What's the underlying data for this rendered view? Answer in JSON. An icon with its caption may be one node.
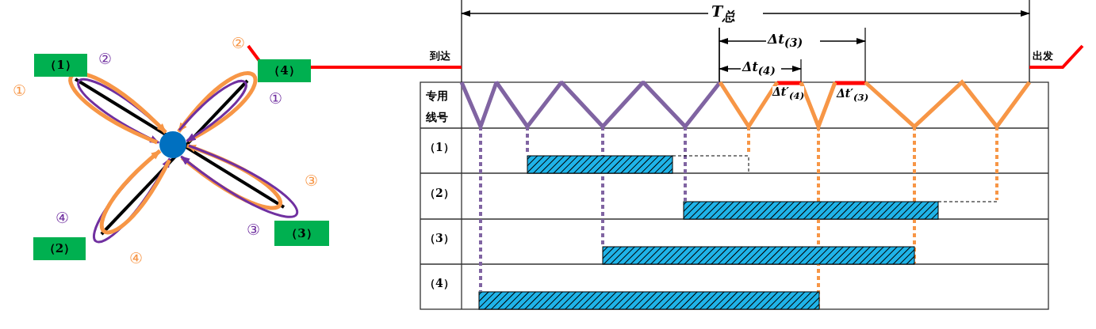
{
  "diagram": {
    "nodes": [
      {
        "text": [
          "（1）"
        ]
      },
      {
        "text": [
          "（4）"
        ]
      },
      {
        "text": [
          "（2）"
        ]
      },
      {
        "text": [
          "（3）"
        ]
      },
      {
        "text": [],
        "shape": "circle"
      }
    ],
    "edges": [
      {
        "from": 4,
        "to": 4,
        "arrow": "to",
        "label": "②",
        "color": "#7030a0"
      },
      {
        "from": 4,
        "to": 4,
        "arrow": "to",
        "label": "①",
        "color": "#f79646"
      },
      {
        "from": 4,
        "to": 4,
        "arrow": "to",
        "label": "②",
        "color": "#f79646"
      },
      {
        "from": 4,
        "to": 4,
        "arrow": "to",
        "label": "①",
        "color": "#7030a0"
      },
      {
        "from": 4,
        "to": 4,
        "arrow": "to",
        "label": "③",
        "color": "#f79646"
      },
      {
        "from": 4,
        "to": 4,
        "arrow": "to",
        "label": "③",
        "color": "#7030a0"
      },
      {
        "from": 4,
        "to": 4,
        "arrow": "to",
        "label": "④",
        "color": "#7030a0"
      },
      {
        "from": 4,
        "to": 4,
        "arrow": "to",
        "label": "④",
        "color": "#f79646"
      }
    ],
    "labels": [
      "T$_{总}$",
      "Δt$_{(3)}$",
      "到达",
      "出发",
      "Δt$_{(4)}$",
      "Δt′$_{(4)}$",
      "Δt′$_{(3)}$",
      "专用线号",
      "（1）",
      "（2）",
      "（3）",
      "（4）"
    ]
  }
}
